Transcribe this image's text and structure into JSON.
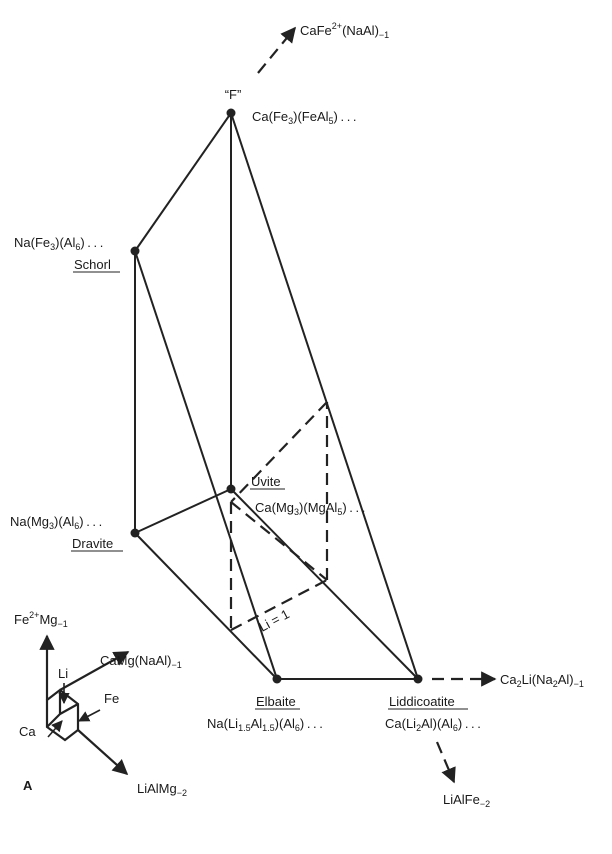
{
  "figure": {
    "panel_label": "A",
    "vertices": {
      "f": {
        "name": "“F”",
        "formula_parts": [
          "Ca(Fe",
          "3",
          ")(FeAl",
          "5",
          ") . . ."
        ]
      },
      "schorl": {
        "name": "Schorl",
        "formula_parts": [
          "Na(Fe",
          "3",
          ")(Al",
          "6",
          ") . . ."
        ]
      },
      "uvite": {
        "name": "Uvite",
        "formula_parts": [
          "Ca(Mg",
          "3",
          ")(MgAl",
          "5",
          ") . . ."
        ]
      },
      "dravite": {
        "name": "Dravite",
        "formula_parts": [
          "Na(Mg",
          "3",
          ")(Al",
          "6",
          ") . . ."
        ]
      },
      "elbaite": {
        "name": "Elbaite",
        "formula_parts": [
          "Na(Li",
          "1.5",
          "Al",
          "1.5",
          ")(Al",
          "6",
          ") . . ."
        ]
      },
      "liddicoatite": {
        "name": "Liddicoatite",
        "formula_parts": [
          "Ca(Li",
          "2",
          "Al)(Al",
          "6",
          ") . . ."
        ]
      }
    },
    "plane_label": "Li = 1",
    "exchange_vectors": {
      "top": [
        "CaFe",
        "2+",
        "(NaAl)",
        "−1"
      ],
      "right": [
        "Ca",
        "2",
        "Li(Na",
        "2",
        "Al)",
        "−1"
      ],
      "bottom": [
        "LiAlFe",
        "−2"
      ]
    },
    "inset": {
      "up": [
        "Fe",
        "2+",
        "Mg",
        "−1"
      ],
      "diag": [
        "CaMg(NaAl)",
        "−1"
      ],
      "down": [
        "LiAlMg",
        "−2"
      ],
      "li": "Li",
      "fe": "Fe",
      "ca": "Ca"
    }
  }
}
